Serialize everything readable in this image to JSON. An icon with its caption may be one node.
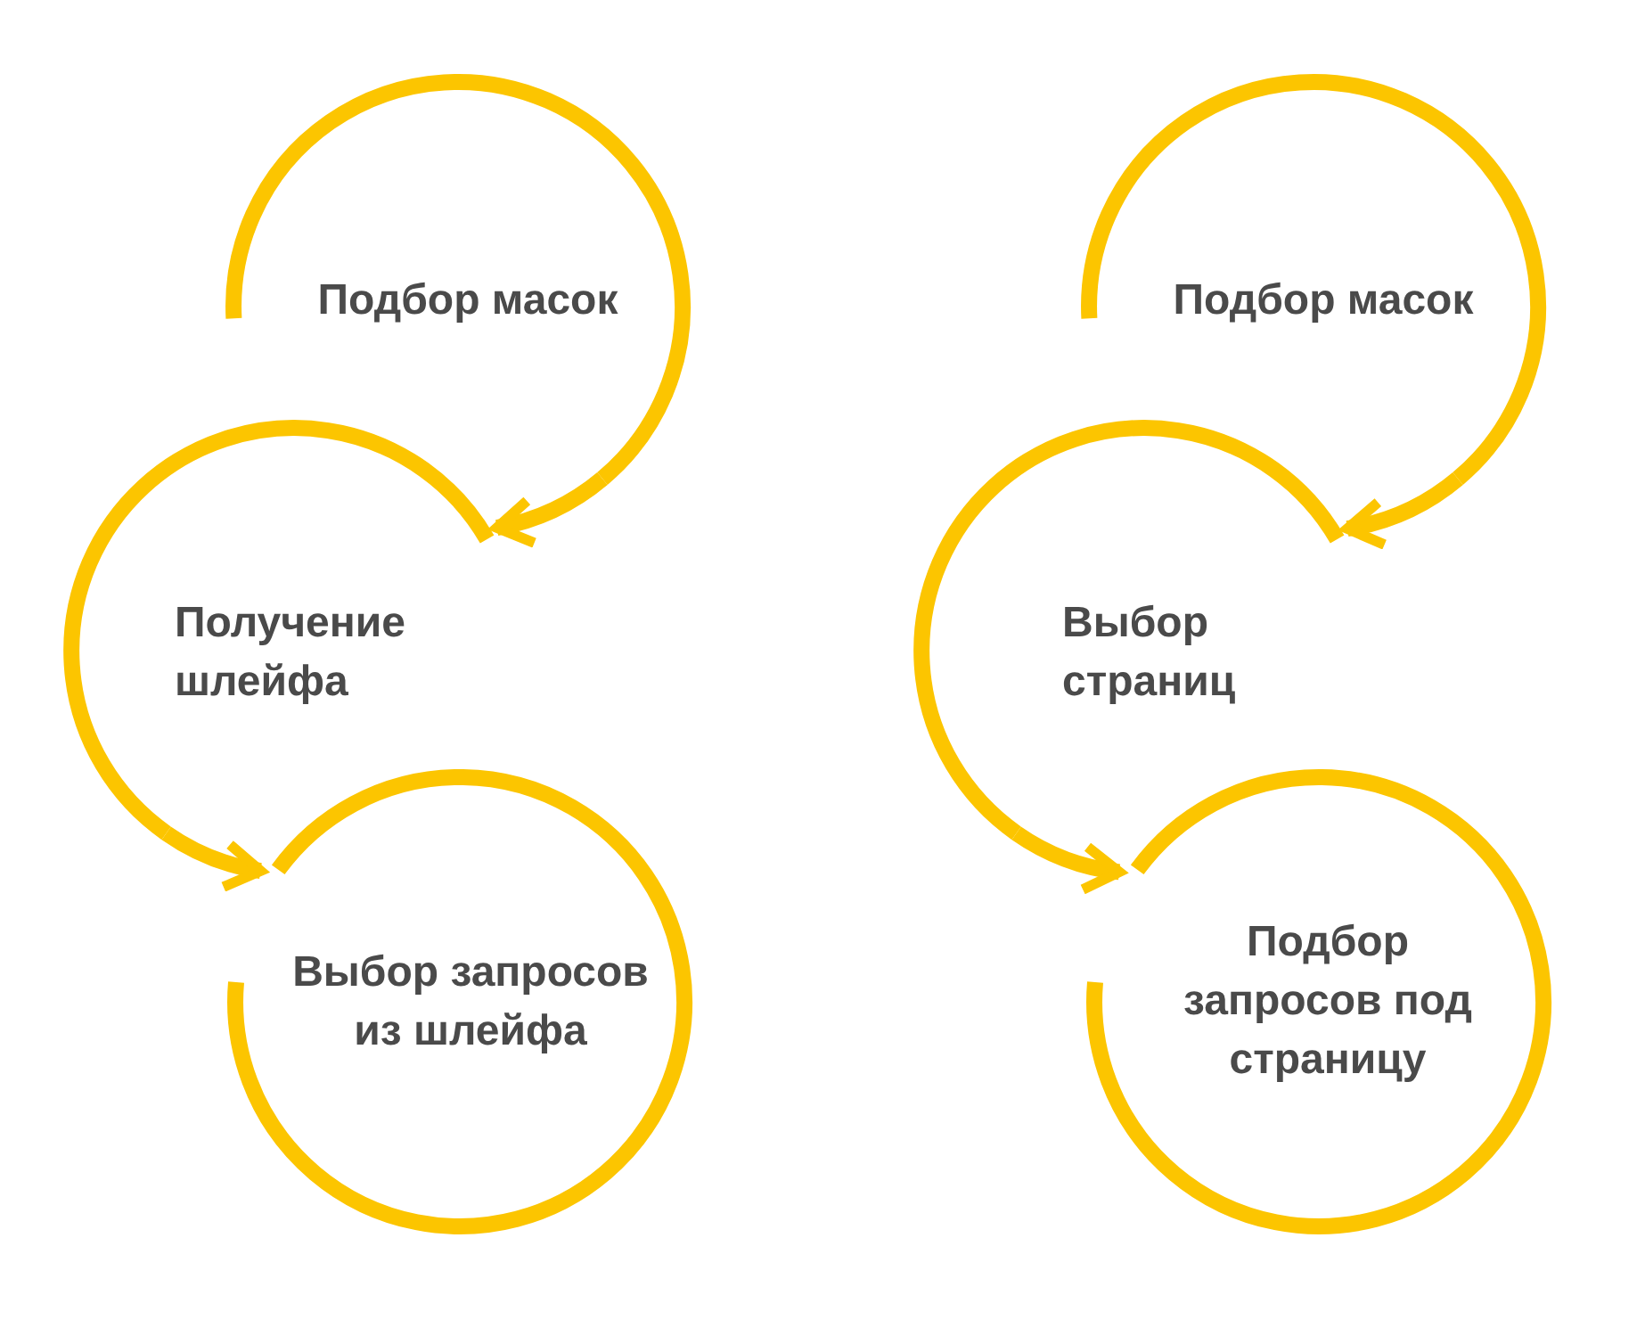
{
  "diagram": {
    "nodes": [
      {
        "text": [
          "Подбор масок"
        ]
      },
      {
        "text": [
          "Получение шлейфа"
        ]
      },
      {
        "text": [
          "Выбор запросов из шлейфа"
        ]
      },
      {
        "text": [
          "Подбор масок"
        ]
      },
      {
        "text": [
          "Выбор страниц"
        ]
      },
      {
        "text": [
          "Подбор запросов под страницу"
        ]
      }
    ],
    "edges": [
      {
        "from": 0,
        "to": 1,
        "arrow": "to"
      },
      {
        "from": 1,
        "to": 2,
        "arrow": "to"
      },
      {
        "from": 3,
        "to": 4,
        "arrow": "to"
      },
      {
        "from": 4,
        "to": 5,
        "arrow": "to"
      }
    ]
  }
}
